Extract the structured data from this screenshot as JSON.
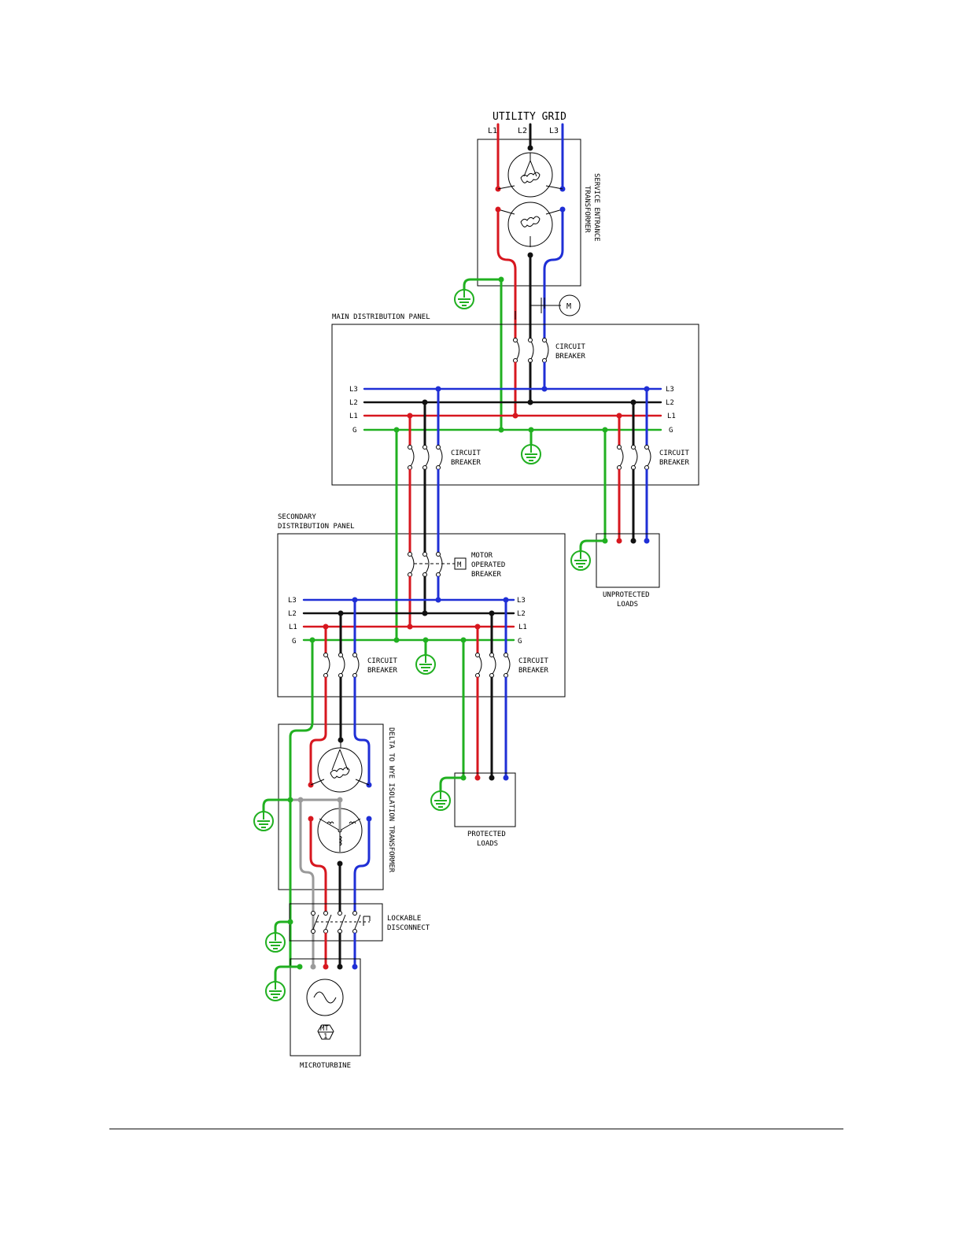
{
  "diagram": {
    "title": "UTILITY GRID",
    "phase_labels": {
      "l1": "L1",
      "l2": "L2",
      "l3": "L3",
      "g": "G"
    },
    "service_transformer": {
      "label_line1": "SERVICE ENTRANCE",
      "label_line2": "TRANSFORMER"
    },
    "meter": {
      "symbol": "M"
    },
    "main_panel": {
      "label": "MAIN DISTRIBUTION PANEL"
    },
    "circuit_breaker": {
      "line1": "CIRCUIT",
      "line2": "BREAKER"
    },
    "secondary_panel": {
      "label_line1": "SECONDARY",
      "label_line2": "DISTRIBUTION PANEL"
    },
    "motor_breaker": {
      "line1": "MOTOR",
      "line2": "OPERATED",
      "line3": "BREAKER",
      "symbol": "M"
    },
    "unprotected_loads": {
      "line1": "UNPROTECTED",
      "line2": "LOADS"
    },
    "protected_loads": {
      "line1": "PROTECTED",
      "line2": "LOADS"
    },
    "isolation_transformer": {
      "label": "DELTA TO WYE ISOLATION TRANSFORMER"
    },
    "disconnect": {
      "line1": "LOCKABLE",
      "line2": "DISCONNECT"
    },
    "microturbine": {
      "label": "MICROTURBINE",
      "tag_line1": "MT",
      "tag_line2": "1"
    },
    "colors": {
      "l1": "#d7171f",
      "l2": "#111111",
      "l3": "#1f2fd6",
      "ground": "#21b021",
      "neutral": "#9a9a9a"
    }
  }
}
